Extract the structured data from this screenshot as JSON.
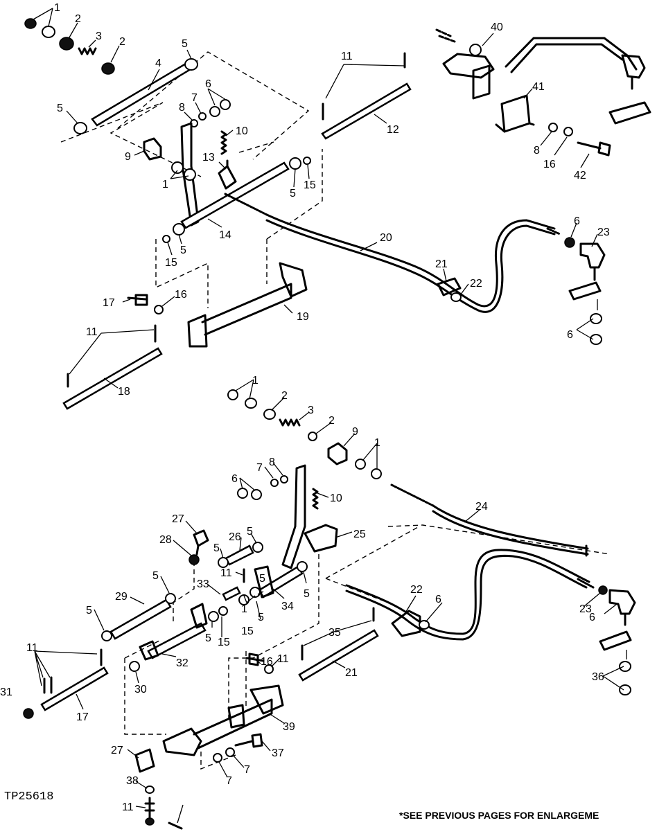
{
  "figure": {
    "code": "TP25618",
    "footnote": "*SEE PREVIOUS PAGES FOR ENLARGEME"
  },
  "callouts": [
    {
      "id": "a1",
      "text": "1"
    },
    {
      "id": "a2",
      "text": "2"
    },
    {
      "id": "a3",
      "text": "3"
    },
    {
      "id": "a4",
      "text": "2"
    },
    {
      "id": "a5",
      "text": "4"
    },
    {
      "id": "a6",
      "text": "5"
    },
    {
      "id": "a7",
      "text": "5"
    },
    {
      "id": "a8",
      "text": "8"
    },
    {
      "id": "a9",
      "text": "7"
    },
    {
      "id": "a10",
      "text": "6"
    },
    {
      "id": "a11",
      "text": "10"
    },
    {
      "id": "a12",
      "text": "9"
    },
    {
      "id": "a13",
      "text": "13"
    },
    {
      "id": "a14",
      "text": "1"
    },
    {
      "id": "a15",
      "text": "5"
    },
    {
      "id": "a16",
      "text": "15"
    },
    {
      "id": "a17",
      "text": "14"
    },
    {
      "id": "a18",
      "text": "5"
    },
    {
      "id": "a19",
      "text": "15"
    },
    {
      "id": "a20",
      "text": "11"
    },
    {
      "id": "a21",
      "text": "12"
    },
    {
      "id": "a22",
      "text": "20"
    },
    {
      "id": "a23",
      "text": "21"
    },
    {
      "id": "a24",
      "text": "22"
    },
    {
      "id": "a25",
      "text": "19"
    },
    {
      "id": "a26",
      "text": "17"
    },
    {
      "id": "a27",
      "text": "16"
    },
    {
      "id": "a28",
      "text": "11"
    },
    {
      "id": "a29",
      "text": "18"
    },
    {
      "id": "a30",
      "text": "6"
    },
    {
      "id": "a31",
      "text": "23"
    },
    {
      "id": "a32",
      "text": "6"
    },
    {
      "id": "a33",
      "text": "40"
    },
    {
      "id": "a34",
      "text": "41"
    },
    {
      "id": "a35",
      "text": "8"
    },
    {
      "id": "a36",
      "text": "16"
    },
    {
      "id": "a37",
      "text": "42"
    },
    {
      "id": "b1",
      "text": "1"
    },
    {
      "id": "b2",
      "text": "2"
    },
    {
      "id": "b3",
      "text": "3"
    },
    {
      "id": "b4",
      "text": "2"
    },
    {
      "id": "b5",
      "text": "9"
    },
    {
      "id": "b6",
      "text": "1"
    },
    {
      "id": "b7",
      "text": "7"
    },
    {
      "id": "b8",
      "text": "8"
    },
    {
      "id": "b9",
      "text": "6"
    },
    {
      "id": "b10",
      "text": "10"
    },
    {
      "id": "b11",
      "text": "24"
    },
    {
      "id": "b12",
      "text": "27"
    },
    {
      "id": "b13",
      "text": "28"
    },
    {
      "id": "b14",
      "text": "26"
    },
    {
      "id": "b15",
      "text": "5"
    },
    {
      "id": "b16",
      "text": "5"
    },
    {
      "id": "b17",
      "text": "25"
    },
    {
      "id": "b18",
      "text": "11"
    },
    {
      "id": "b19",
      "text": "5"
    },
    {
      "id": "b20",
      "text": "33"
    },
    {
      "id": "b21",
      "text": "1"
    },
    {
      "id": "b22",
      "text": "5"
    },
    {
      "id": "b23",
      "text": "15"
    },
    {
      "id": "b24",
      "text": "34"
    },
    {
      "id": "b25",
      "text": "5"
    },
    {
      "id": "b26",
      "text": "29"
    },
    {
      "id": "b27",
      "text": "5"
    },
    {
      "id": "b28",
      "text": "5"
    },
    {
      "id": "b29",
      "text": "15"
    },
    {
      "id": "b30",
      "text": "32"
    },
    {
      "id": "b31",
      "text": "5"
    },
    {
      "id": "b32",
      "text": "11"
    },
    {
      "id": "b33",
      "text": "30"
    },
    {
      "id": "b34",
      "text": "31"
    },
    {
      "id": "b35",
      "text": "17"
    },
    {
      "id": "b36",
      "text": "16"
    },
    {
      "id": "b37",
      "text": "11"
    },
    {
      "id": "b38",
      "text": "35"
    },
    {
      "id": "b39",
      "text": "21"
    },
    {
      "id": "b40",
      "text": "22"
    },
    {
      "id": "b41",
      "text": "6"
    },
    {
      "id": "b42",
      "text": "23"
    },
    {
      "id": "b43",
      "text": "6"
    },
    {
      "id": "b44",
      "text": "36"
    },
    {
      "id": "b45",
      "text": "39"
    },
    {
      "id": "b46",
      "text": "27"
    },
    {
      "id": "b47",
      "text": "37"
    },
    {
      "id": "b48",
      "text": "7"
    },
    {
      "id": "b49",
      "text": "7"
    },
    {
      "id": "b50",
      "text": "38"
    },
    {
      "id": "b51",
      "text": "11"
    }
  ]
}
